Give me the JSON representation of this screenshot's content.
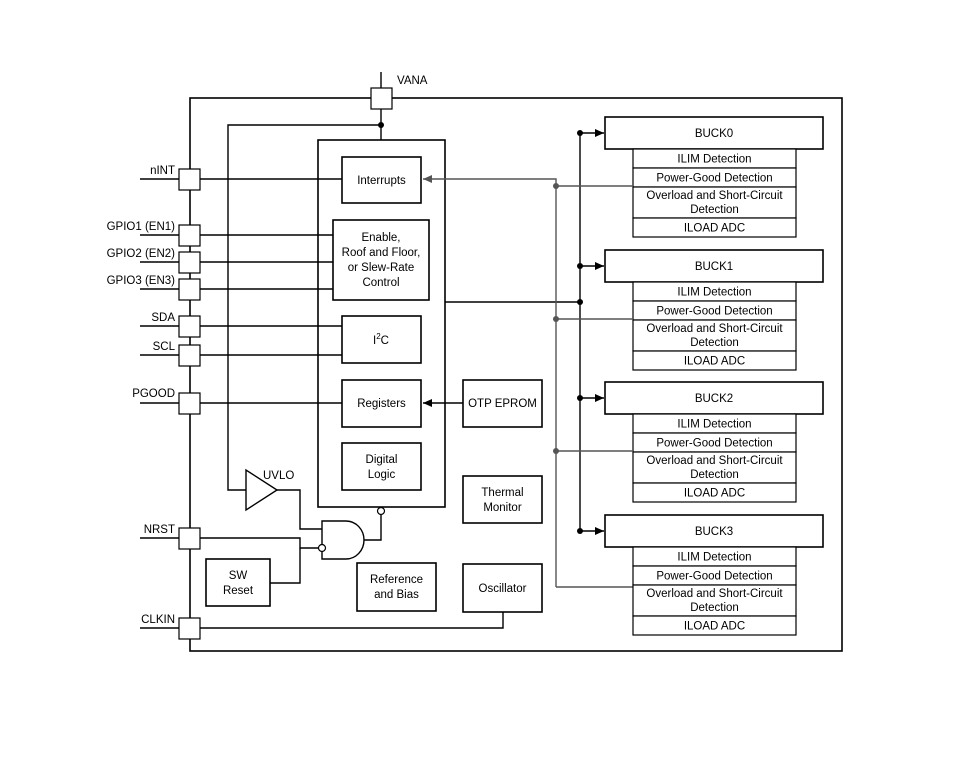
{
  "supply": {
    "vana": "VANA"
  },
  "pins": {
    "nint": "nINT",
    "gpio1": "GPIO1 (EN1)",
    "gpio2": "GPIO2 (EN2)",
    "gpio3": "GPIO3 (EN3)",
    "sda": "SDA",
    "scl": "SCL",
    "pgood": "PGOOD",
    "nrst": "NRST",
    "clkin": "CLKIN"
  },
  "core": {
    "interrupts": "Interrupts",
    "enable": [
      "Enable,",
      "Roof and Floor,",
      "or Slew-Rate",
      "Control"
    ],
    "i2c": {
      "base": "I",
      "sup": "2",
      "tail": "C"
    },
    "registers": "Registers",
    "digital_logic": [
      "Digital",
      "Logic"
    ]
  },
  "blocks": {
    "otp": "OTP EPROM",
    "thermal": [
      "Thermal",
      "Monitor"
    ],
    "reference": [
      "Reference",
      "and Bias"
    ],
    "oscillator": "Oscillator",
    "sw_reset": [
      "SW",
      "Reset"
    ],
    "uvlo": "UVLO"
  },
  "bucks": [
    {
      "name": "BUCK0",
      "rows": [
        "ILIM Detection",
        "Power-Good Detection",
        "Overload and Short-Circuit|Detection",
        "ILOAD ADC"
      ]
    },
    {
      "name": "BUCK1",
      "rows": [
        "ILIM Detection",
        "Power-Good Detection",
        "Overload and Short-Circuit|Detection",
        "ILOAD ADC"
      ]
    },
    {
      "name": "BUCK2",
      "rows": [
        "ILIM Detection",
        "Power-Good Detection",
        "Overload and Short-Circuit|Detection",
        "ILOAD ADC"
      ]
    },
    {
      "name": "BUCK3",
      "rows": [
        "ILIM Detection",
        "Power-Good Detection",
        "Overload and Short-Circuit|Detection",
        "ILOAD ADC"
      ]
    }
  ]
}
